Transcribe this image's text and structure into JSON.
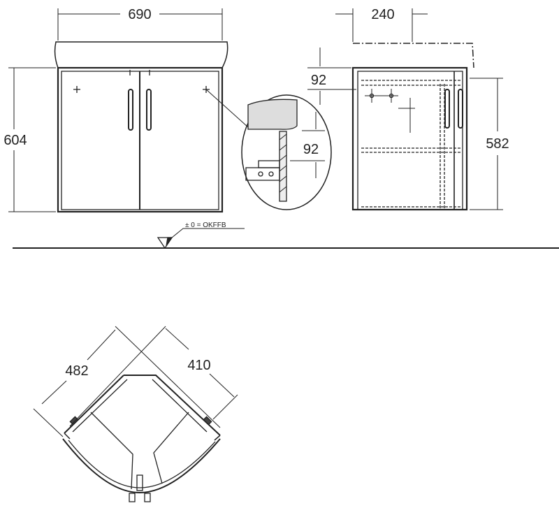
{
  "drawing": {
    "front_view": {
      "width_label": "690",
      "height_label": "604"
    },
    "side_view": {
      "depth_label": "240",
      "offset_label": "92",
      "height_label": "582"
    },
    "detail": {
      "offset_label": "92"
    },
    "floor": {
      "reference_label": "± 0 = OKFFB"
    },
    "plan_view": {
      "left_label": "482",
      "right_label": "410"
    }
  },
  "colors": {
    "line": "#222222",
    "background": "#ffffff"
  }
}
